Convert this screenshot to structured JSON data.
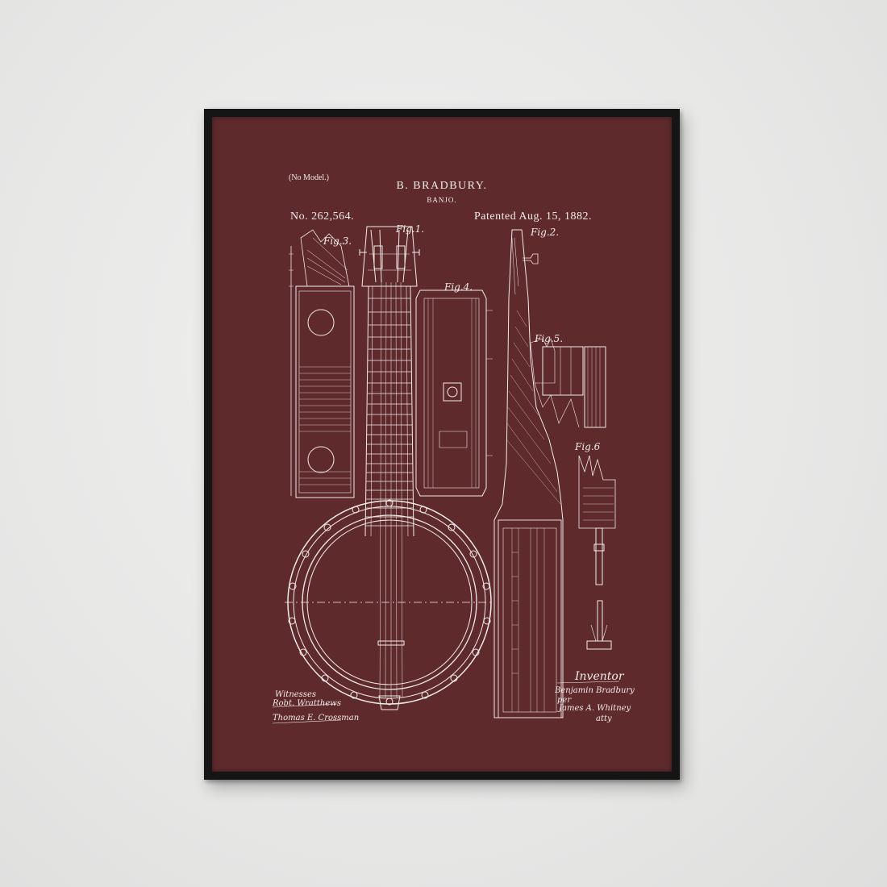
{
  "poster": {
    "no_model": "(No Model.)",
    "inventor_name": "B. BRADBURY.",
    "invention": "BANJO.",
    "patent_number": "No. 262,564.",
    "patent_date": "Patented Aug. 15, 1882.",
    "figures": {
      "fig1": "Fig.1.",
      "fig2": "Fig.2.",
      "fig3": "Fig.3.",
      "fig4": "Fig.4.",
      "fig5": "Fig.5.",
      "fig6": "Fig.6"
    },
    "witnesses_label": "Witnesses",
    "witness_1": "Robt. Wratthews",
    "witness_2": "Thomas E. Crossman",
    "inventor_label": "Inventor",
    "inventor_signature": "Benjamin Bradbury",
    "per": "per",
    "attorney_signature": "James A. Whitney",
    "atty": "atty"
  },
  "colors": {
    "poster_background": "#5e2a2c",
    "line_art": "#f3ecea",
    "frame": "#151515",
    "wall": "#e7e7e6"
  }
}
